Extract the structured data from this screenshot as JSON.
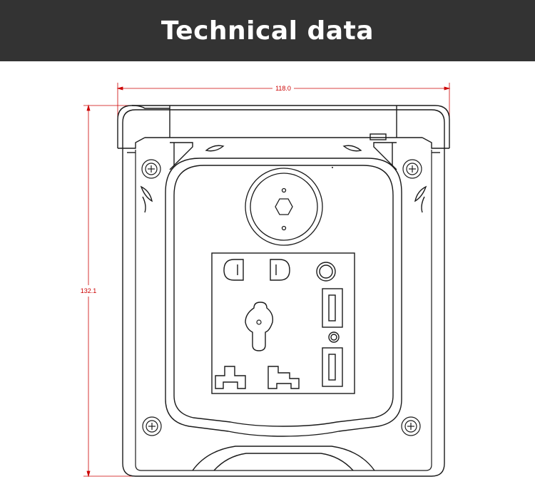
{
  "header": {
    "title": "Technical data"
  },
  "dimensions": {
    "width_label": "118.0",
    "height_label": "132.1"
  },
  "colors": {
    "header_bg": "#333333",
    "header_text": "#ffffff",
    "dimension_line": "#cc0000",
    "outline": "#1a1a1a",
    "background": "#ffffff"
  },
  "icons": [
    "hex-bolt-icon",
    "screw-icon",
    "socket-pin-icon",
    "usb-port-icon",
    "indicator-light-icon"
  ]
}
